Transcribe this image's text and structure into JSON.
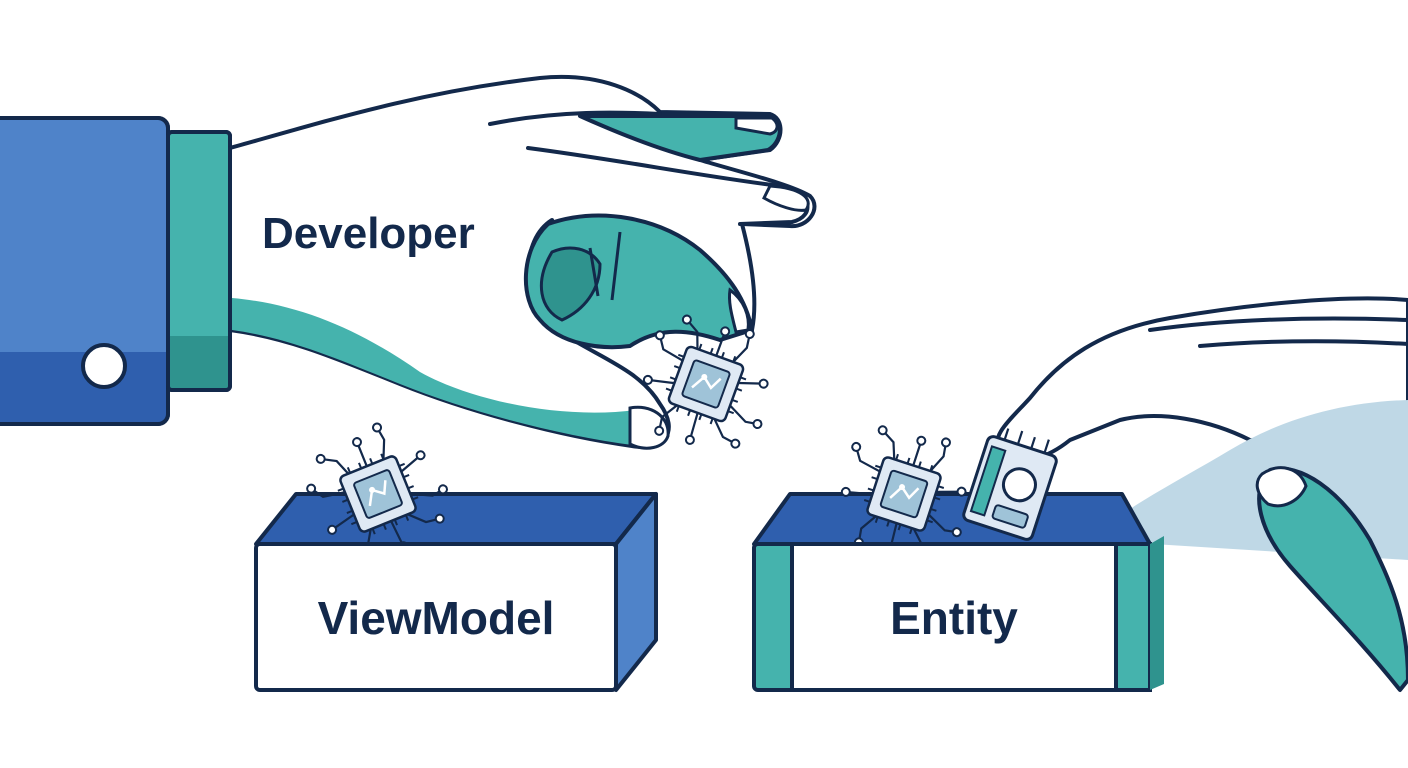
{
  "labels": {
    "actor": "Developer",
    "box_left": "ViewModel",
    "box_right": "Entity"
  },
  "colors": {
    "navy": "#13294b",
    "blue": "#2f5fae",
    "blue_light": "#4f83c9",
    "teal": "#45b3ad",
    "teal_dark": "#2f938e",
    "chip_fill": "#dfe9f4",
    "chip_inner": "#9fc3d8",
    "sky": "#bfd8e6",
    "white": "#ffffff"
  },
  "icons": [
    "chip-icon",
    "cufflink-button-icon",
    "sleeve-icon"
  ]
}
